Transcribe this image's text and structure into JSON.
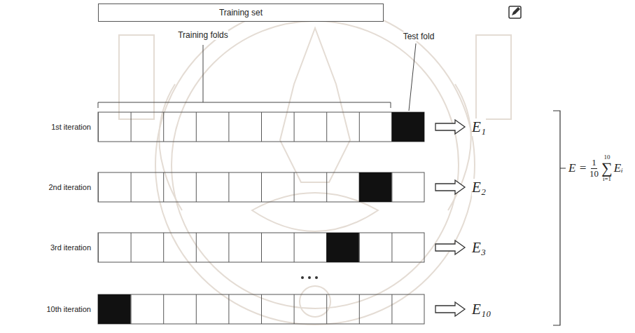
{
  "diagram": {
    "nodes": [
      {
        "text": [
          "Training set"
        ]
      }
    ],
    "labels": [
      "Training folds",
      "Test fold",
      "1st iteration",
      "2nd iteration",
      "3rd iteration",
      "10th iteration",
      "E₁",
      "E₂",
      "E₃",
      "E₁₀",
      "E =",
      "1",
      "10",
      "∑",
      "10",
      "i=1",
      "Eᵢ"
    ]
  }
}
